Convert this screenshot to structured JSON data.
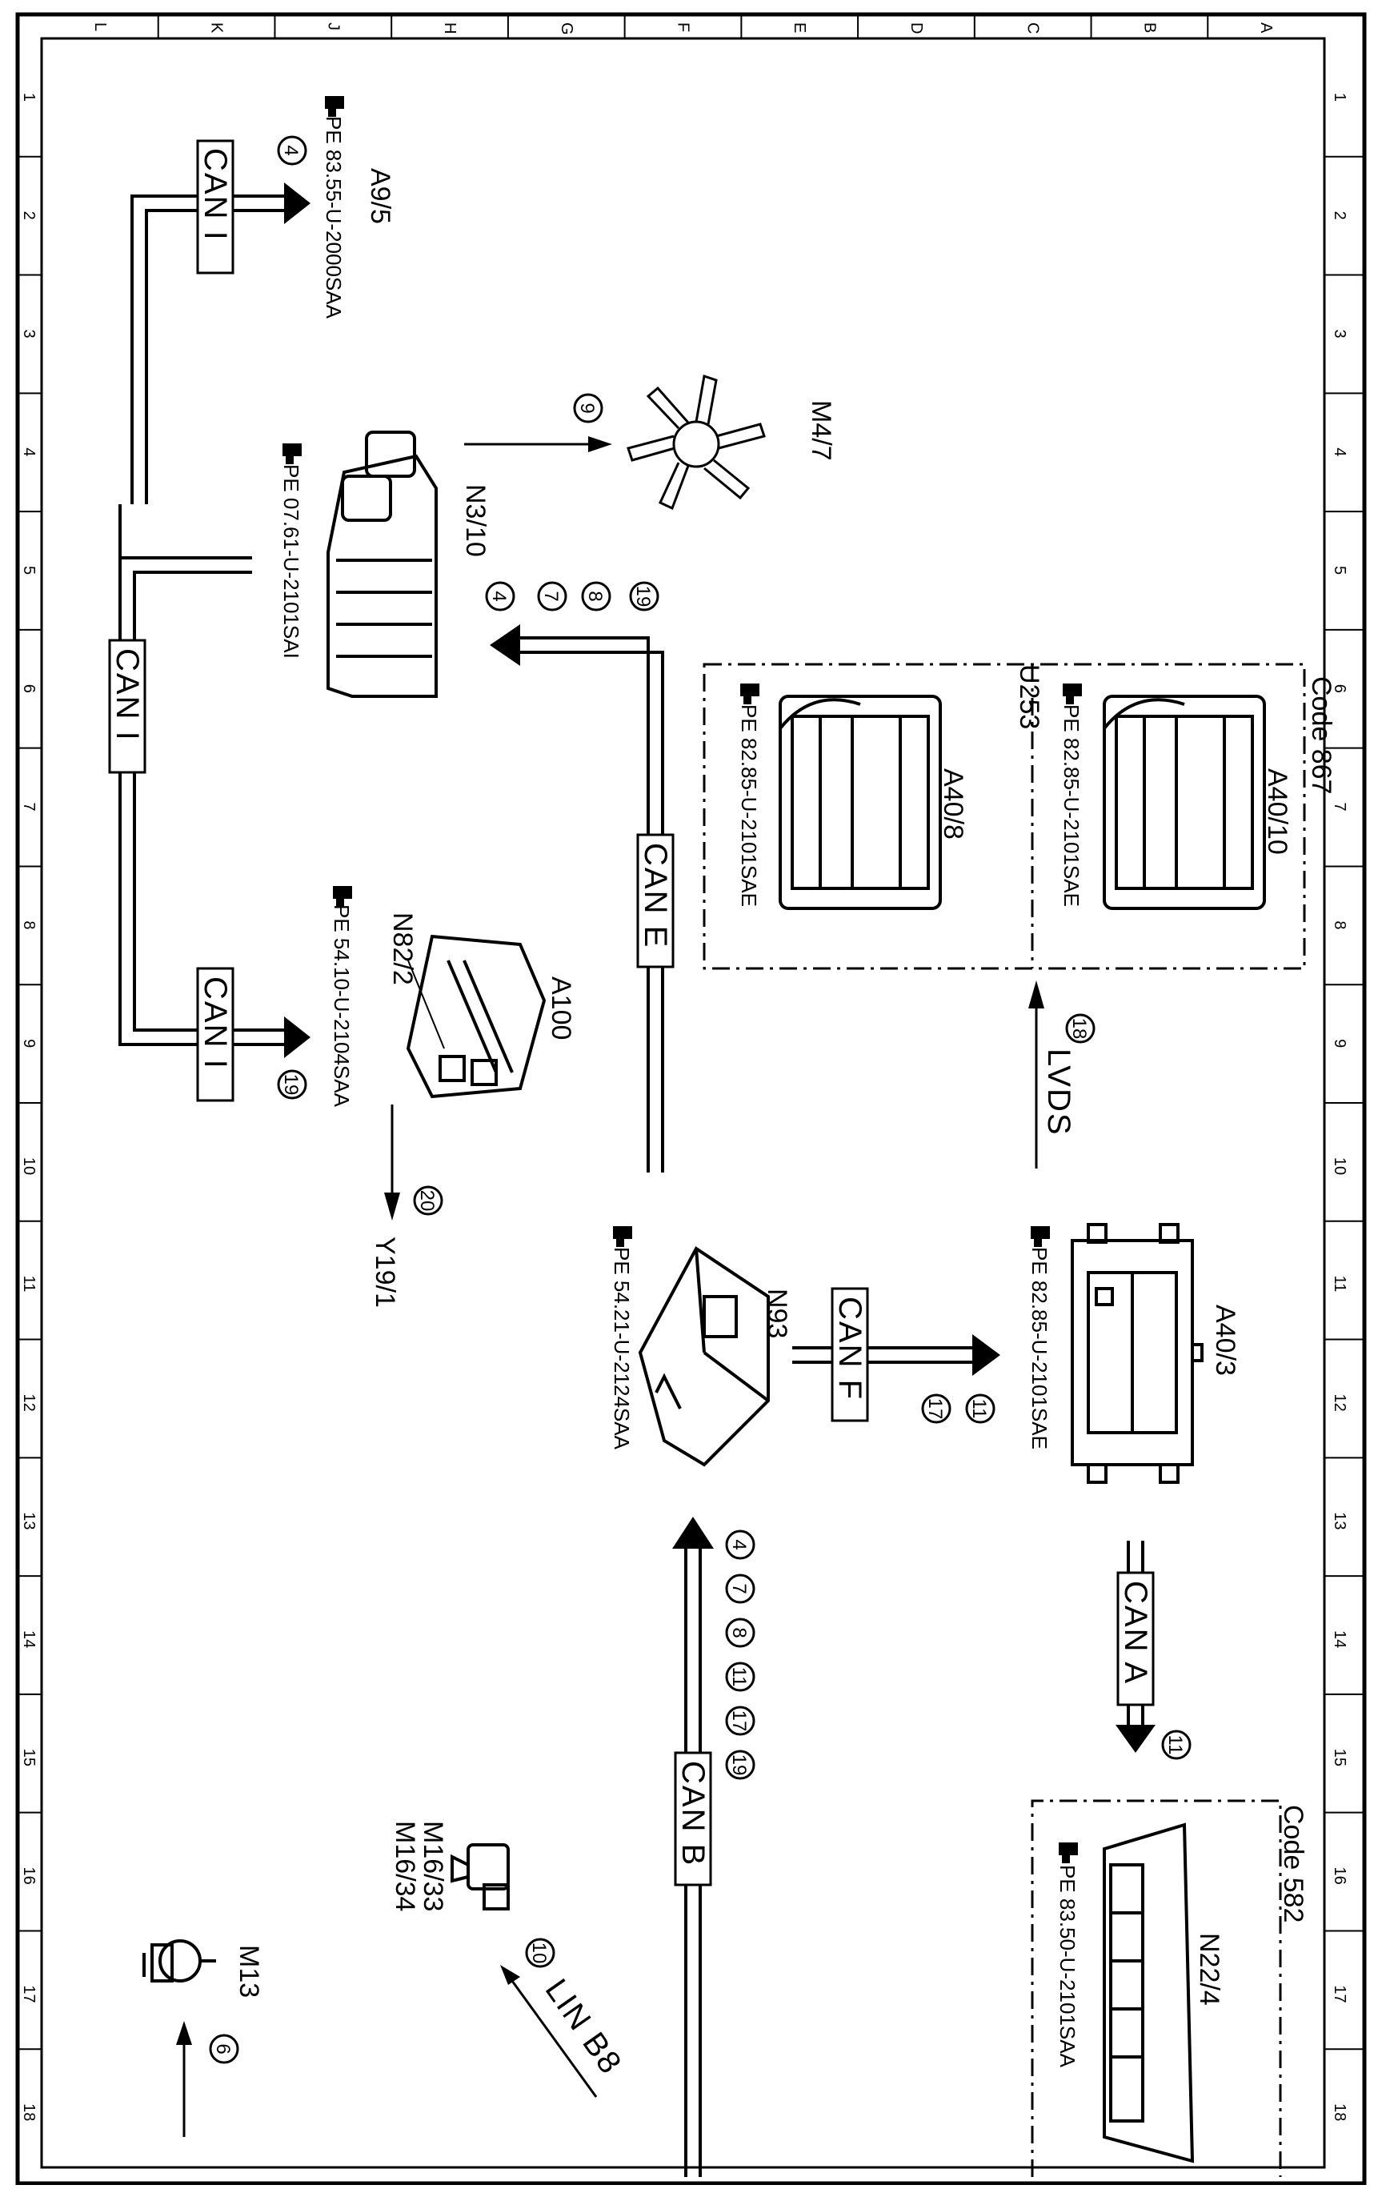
{
  "grid": {
    "rows": [
      "1",
      "2",
      "3",
      "4",
      "5",
      "6",
      "7",
      "8",
      "9",
      "10",
      "11",
      "12",
      "13",
      "14",
      "15",
      "16",
      "17",
      "18"
    ],
    "cols": [
      "L",
      "K",
      "J",
      "H",
      "G",
      "F",
      "E",
      "D",
      "C",
      "B",
      "A"
    ]
  },
  "components": {
    "a9_5": {
      "ref": "A9/5",
      "pe": "PE 83.55-U-2000SAA"
    },
    "n3_10": {
      "ref": "N3/10",
      "pe": "PE 07.61-U-2101SAI"
    },
    "m4_7": {
      "ref": "M4/7"
    },
    "a100": {
      "ref": "A100"
    },
    "n82_2": {
      "ref": "N82/2",
      "pe": "PE 54.10-U-2104SAA"
    },
    "y19_1": {
      "ref": "Y19/1"
    },
    "a40_10": {
      "ref": "A40/10",
      "pe": "PE 82.85-U-2101SAE"
    },
    "a40_8": {
      "ref": "A40/8",
      "pe": "PE 82.85-U-2101SAE"
    },
    "a40_3": {
      "ref": "A40/3",
      "pe": "PE 82.85-U-2101SAE"
    },
    "n93": {
      "ref": "N93",
      "pe": "PE 54.21-U-2124SAA"
    },
    "n22_4": {
      "ref": "N22/4",
      "pe": "PE 83.50-U-2101SAA"
    },
    "m16": {
      "ref1": "M16/33",
      "ref2": "M16/34"
    },
    "m13": {
      "ref": "M13"
    }
  },
  "groups": {
    "code867": "Code 867",
    "u253": "U253",
    "code582": "Code 582"
  },
  "buses": {
    "can_i": "CAN I",
    "can_e": "CAN E",
    "can_f": "CAN F",
    "can_a": "CAN A",
    "can_b": "CAN B",
    "lvds": "LVDS",
    "lin_b8": "LIN B8"
  },
  "circled": {
    "c4": "4",
    "c7": "7",
    "c8": "8",
    "c9": "9",
    "c10": "10",
    "c11": "11",
    "c17": "17",
    "c18": "18",
    "c19": "19",
    "c20": "20",
    "c6": "6"
  }
}
